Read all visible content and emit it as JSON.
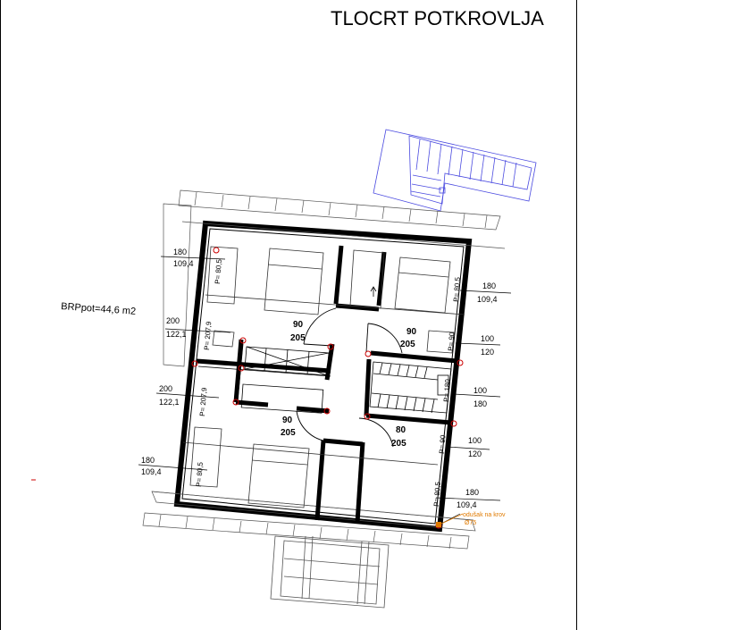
{
  "title": "TLOCRT POTKROVLJA",
  "area_label": "BRPpot=44,6 m2",
  "dimensions": {
    "left_top": [
      "180",
      "109,4"
    ],
    "left_mid1": [
      "200",
      "122,1"
    ],
    "left_mid2": [
      "200",
      "122,1"
    ],
    "left_bottom": [
      "180",
      "109,4"
    ],
    "right_top": [
      "180",
      "109,4"
    ],
    "right_mid1": [
      "100",
      "120"
    ],
    "right_mid2": [
      "100",
      "180"
    ],
    "right_mid3": [
      "100",
      "120"
    ],
    "right_bottom": [
      "180",
      "109,4"
    ]
  },
  "doors": {
    "d1": [
      "90",
      "205"
    ],
    "d2": [
      "90",
      "205"
    ],
    "d3": [
      "90",
      "205"
    ],
    "d4": [
      "80",
      "205"
    ]
  },
  "room_areas": {
    "r1": "P= 80,5",
    "r2": "P= 207,9",
    "r3": "P= 207,9",
    "r4": "P= 80,5",
    "r5": "P= 80,5",
    "r6": "P= 90",
    "r7": "P= 90",
    "r8": "P= 80,5",
    "r9": "P= 180"
  },
  "vent_note": [
    "odušak na krov",
    "Ø75"
  ],
  "colors": {
    "ink": "#000000",
    "hatch": "#4a4ae0",
    "accent": "#e07a00",
    "light": "#555555"
  }
}
